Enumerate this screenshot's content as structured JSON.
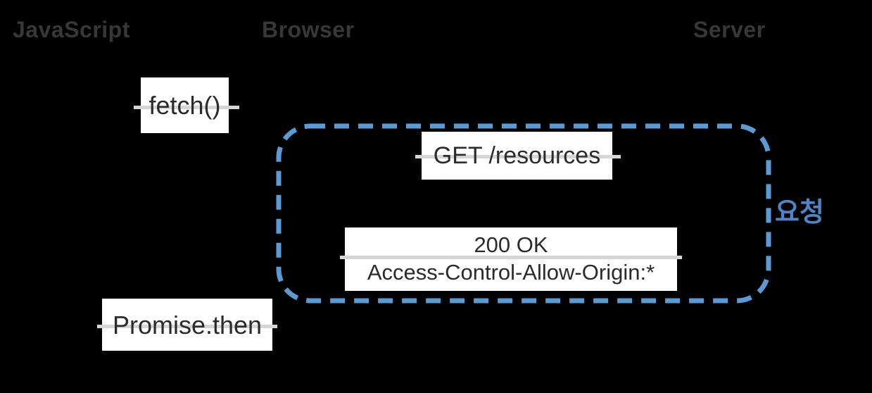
{
  "diagram": {
    "actors": [
      {
        "id": "javascript",
        "label": "JavaScript"
      },
      {
        "id": "browser",
        "label": "Browser"
      },
      {
        "id": "server",
        "label": "Server"
      }
    ],
    "messages": {
      "fetch": {
        "label": "fetch()"
      },
      "request": {
        "label": "GET /resources"
      },
      "response": {
        "line1": "200 OK",
        "line2": "Access-Control-Allow-Origin:*"
      },
      "promise": {
        "label": "Promise.then"
      }
    },
    "annotation": {
      "label": "요청"
    },
    "colors": {
      "background": "#000000",
      "box_fill": "#ffffff",
      "box_text": "#2b2b2b",
      "actor_text": "#373737",
      "connector_gray": "#d6d6d6",
      "dashed_border_blue": "#5b9bd5",
      "annotation_blue": "#4c86c6"
    }
  }
}
